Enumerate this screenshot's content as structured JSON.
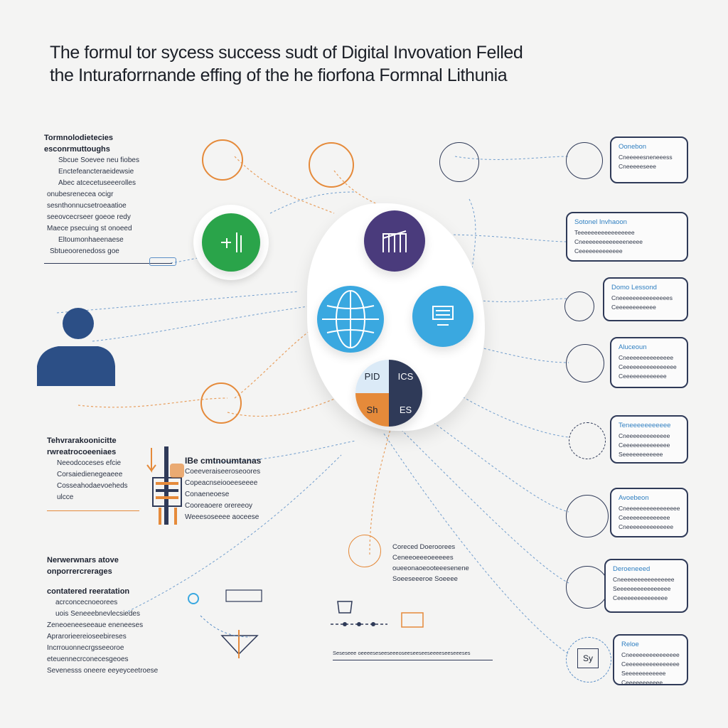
{
  "title": {
    "line1": "The formul tor sycess success sudt of Digital Invovation Felled",
    "line2": "the Inturaforrnande effing of the he fiorfona Formnal Lithunia"
  },
  "left_top": {
    "heading1": "Tormnolodietecies",
    "heading2": "esconrmuttoughs",
    "lines": [
      "Sbcue Soevee neu fiobes",
      "Enctefeancteraeidewsie",
      "Abec atcecetuseeerolles",
      "onubesrenecea ocigr",
      "sesnthonnucsetroeaatioe",
      "seeovcecrseer goeoe redy",
      "Maece psecuing st onoeed",
      "Eltoumonhaeenaese",
      "Sbtueoorenedoss goe"
    ]
  },
  "left_mid": {
    "heading1": "Tehvrarakoonicitte",
    "heading2": "rwreatrocoeeniaes",
    "lines": [
      "Neeodcoceses efcie",
      "Corsaiedienegeaeee",
      "Cosseahodaevoeheds",
      "ulcce"
    ]
  },
  "left_bottom": {
    "heading1": "Nerwerwnars atove",
    "heading2": "onporrercrerages",
    "sub": "contatered reeratation",
    "lines": [
      "acrconcecnoeorees",
      "uois Seneeebnevlecsiedes",
      "Zeneoeneeseeaue eneneeses",
      "Aprarorieereioseebireses",
      "Incrrouonnecrgsseeoroe",
      "eteuennecrconecesgeoes",
      "Sevenesss oneere eeyeyceetroese"
    ]
  },
  "center_block": {
    "heading": "IBe cmtnoumtanas",
    "lines": [
      "Coeeveraiseeroseoores",
      "Copeacnseiooeeseeee",
      "Conaeneoese",
      "Cooreaoere orereeoy",
      "Weeesoseeee aoceese"
    ]
  },
  "center_bottom": {
    "lines": [
      "Coreced Doeroorees",
      "Ceneeoeeeoeeeees",
      "oueeonaoeooteeesenene",
      "Soeeseeeroe Soeeee"
    ],
    "caption": "Seseseee oeeeeseseeseeeoseeseeseeseeeeseeseeeses"
  },
  "quadrant": {
    "tl": "PID",
    "tr": "ICS",
    "bl": "Sh",
    "br": "ES"
  },
  "cards": [
    {
      "title": "Oonebon",
      "lines": [
        "Cneeeeesneneeess",
        "Cneeeeeseee"
      ]
    },
    {
      "title": "Sotonel Invhaoon",
      "lines": [
        "Teeeeeeeeeeeeeeeee",
        "Cneeeeeeeeeeeeeneeee",
        "Ceeeeeeeeeeeee"
      ]
    },
    {
      "title": "Domo Lessond",
      "lines": [
        "Cneeeeeeeeeeeeeees",
        "Ceeeeeeeeeeee"
      ]
    },
    {
      "title": "Aluceoun",
      "lines": [
        "Cneeeeeeeeeeeeee",
        "Ceeeeeeeeeeeeeeee",
        "Ceeeeeeeeeeeee"
      ]
    },
    {
      "title": "Teneeeeeeeeeee",
      "lines": [
        "Cneeeeeeeeeeeee",
        "Ceeeeeeeeeeeeee",
        "Seeeeeeeeeeee"
      ]
    },
    {
      "title": "Avoebeon",
      "lines": [
        "Cneeeeeeeeeeeeeeee",
        "Ceeeeeeeeeeeeee",
        "Cneeeeeeeeeeeeee"
      ]
    },
    {
      "title": "Deroeneeed",
      "lines": [
        "Cneeeeeeeeeeeeeeee",
        "Seeeeeeeeeeeeeeee",
        "Ceeeeeeeeeeeeeee"
      ]
    },
    {
      "title": "Reloe",
      "lines": [
        "Cneeeeeeeeeeeeeee",
        "Ceeeeeeeeeeeeeeee",
        "Seeeeeeeeeeee",
        "Ceeeeeeeeeee"
      ]
    }
  ],
  "card_icon_labels": [
    "Sy"
  ],
  "colors": {
    "green": "#2aa44a",
    "purple": "#4a3b7c",
    "sky": "#3aa8e0",
    "orange": "#e58a3a",
    "navy": "#2f3a58",
    "person": "#2c4f86",
    "wire_blue": "#5b8fc7"
  },
  "icons": [
    "person-icon",
    "chart-icon",
    "building-chart-icon",
    "globe-icon",
    "document-icon",
    "gear-icon",
    "hand-icon"
  ]
}
